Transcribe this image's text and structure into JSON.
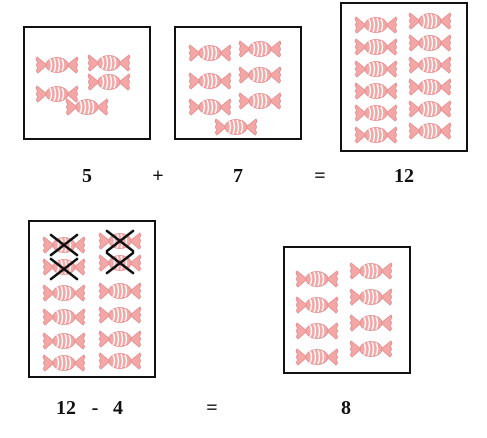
{
  "colors": {
    "candy": "#f4a7a7",
    "candy_dark": "#e38787",
    "stripe": "#ffffff",
    "border": "#111111",
    "cross": "#111111"
  },
  "icons": {
    "candy": "wrapped-candy-icon",
    "cross": "cross-out-icon"
  },
  "addition": {
    "group1": {
      "count": 5,
      "label": "5"
    },
    "plus": "+",
    "group2": {
      "count": 7,
      "label": "7"
    },
    "equals": "=",
    "result": {
      "count": 12,
      "label": "12"
    }
  },
  "subtraction": {
    "start": {
      "count": 12,
      "crossed": 4
    },
    "expr_left": "12",
    "minus": "-",
    "expr_right": "4",
    "equals": "=",
    "result": {
      "count": 8,
      "label": "8"
    }
  }
}
